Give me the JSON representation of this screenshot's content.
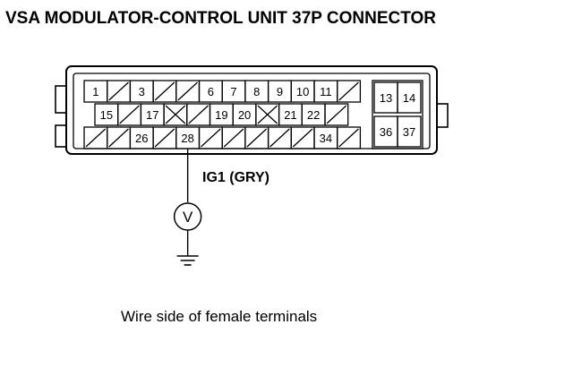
{
  "title": "VSA MODULATOR-CONTROL UNIT 37P CONNECTOR",
  "caption": "Wire side of female terminals",
  "wire": {
    "label": "IG1 (GRY)",
    "terminal": "28"
  },
  "meter": {
    "symbol": "V",
    "name": "voltmeter-icon"
  },
  "connector": {
    "rows": [
      [
        "1",
        "/",
        "3",
        "/",
        "/",
        "6",
        "7",
        "8",
        "9",
        "10",
        "11",
        "/"
      ],
      [
        "15",
        "/",
        "17",
        "x",
        "/",
        "19",
        "20",
        "x",
        "21",
        "22",
        "/"
      ],
      [
        "/",
        "/",
        "26",
        "/",
        "28",
        "/",
        "/",
        "/",
        "/",
        "/",
        "34",
        "/"
      ]
    ],
    "right_block": [
      [
        "13",
        "14"
      ],
      [
        "36",
        "37"
      ]
    ]
  }
}
